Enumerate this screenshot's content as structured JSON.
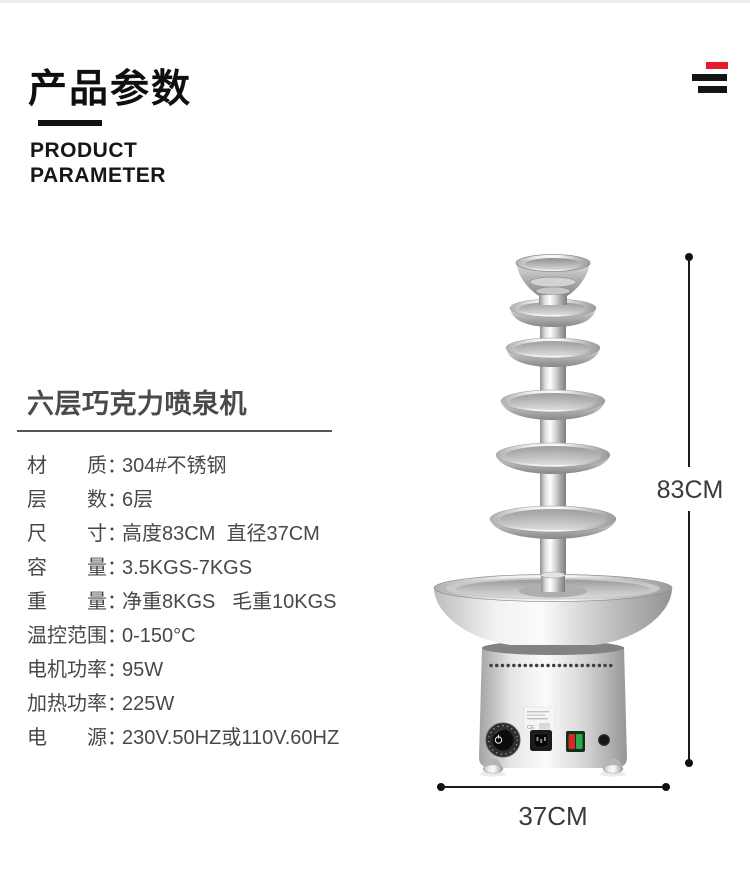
{
  "header": {
    "title": "产品参数",
    "subtitle_line1": "PRODUCT",
    "subtitle_line2": "PARAMETER"
  },
  "product": {
    "name": "六层巧克力喷泉机",
    "separator": "：",
    "specs": [
      {
        "label": "材质",
        "value": "304#不锈钢"
      },
      {
        "label": "层数",
        "value": "6层"
      },
      {
        "label": "尺寸",
        "value": "高度83CM  直径37CM"
      },
      {
        "label": "容量",
        "value": "3.5KGS-7KGS"
      },
      {
        "label": "重量",
        "value": "净重8KGS   毛重10KGS"
      },
      {
        "label": "温控范围",
        "value": "0-150°C"
      },
      {
        "label": "电机功率",
        "value": "95W"
      },
      {
        "label": "加热功率",
        "value": "225W"
      },
      {
        "label": "电源",
        "value": "230V.50HZ或110V.60HZ"
      }
    ]
  },
  "dimensions": {
    "height": "83CM",
    "width": "37CM"
  },
  "colors": {
    "accent_red": "#e8192c",
    "heading_text": "#0f0f0f",
    "body_text": "#484848",
    "dimension_line": "#1a1a1a"
  }
}
